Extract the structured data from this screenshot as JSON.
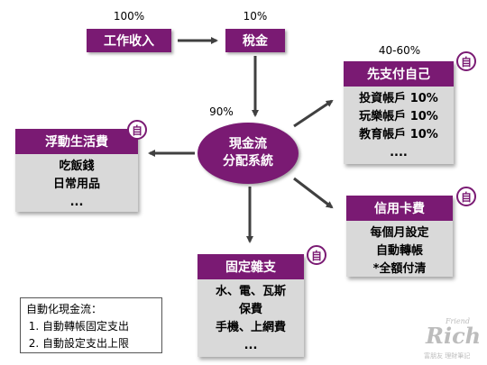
{
  "colors": {
    "primary": "#7a1a73",
    "card_body": "#d9d9d9",
    "arrow": "#404040"
  },
  "income": {
    "percent": "100%",
    "label": "工作收入"
  },
  "tax": {
    "percent": "10%",
    "label": "稅金"
  },
  "hub": {
    "percent": "90%",
    "line1": "現金流",
    "line2": "分配系統"
  },
  "pay_yourself": {
    "percent": "40-60%",
    "title": "先支付自己",
    "badge": "自",
    "items": [
      "投資帳戶 10%",
      "玩樂帳戶 10%",
      "教育帳戶 10%",
      "...."
    ]
  },
  "floating": {
    "title": "浮動生活費",
    "badge": "自",
    "items": [
      "吃飯錢",
      "日常用品",
      "..."
    ]
  },
  "credit": {
    "title": "信用卡費",
    "badge": "自",
    "items": [
      "每個月設定",
      "自動轉帳",
      "*全額付清"
    ]
  },
  "fixed": {
    "title": "固定雜支",
    "badge": "自",
    "items": [
      "水、電、瓦斯",
      "保費",
      "手機、上網費",
      "..."
    ]
  },
  "note": {
    "title": "自動化現金流：",
    "items": [
      "自動轉帳固定支出",
      "自動設定支出上限"
    ]
  },
  "logo": {
    "small": "Friend",
    "big": "Rich",
    "sub": "富朋友 理財筆記"
  }
}
